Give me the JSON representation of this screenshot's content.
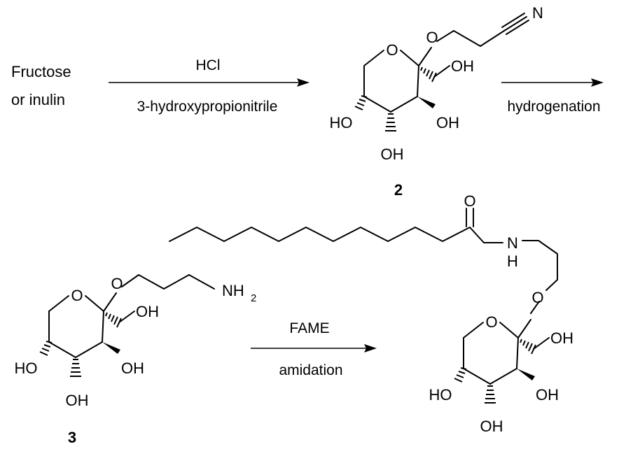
{
  "starting_material": {
    "line1": "Fructose",
    "line2": "or inulin"
  },
  "step1": {
    "reagent": "HCl",
    "conditions": "3-hydroxypropionitrile"
  },
  "step2": {
    "conditions": "hydrogenation"
  },
  "step3": {
    "reagent": "FAME",
    "conditions": "amidation"
  },
  "compounds": {
    "c2_label": "2",
    "c3_label": "3"
  },
  "atoms": {
    "ring_o": "O",
    "ether_o": "O",
    "oh": "OH",
    "ho": "HO",
    "n": "N",
    "nh": "NH",
    "nh_n": "N",
    "nh_h": "H",
    "carbonyl_o": "O",
    "h2": "2"
  }
}
